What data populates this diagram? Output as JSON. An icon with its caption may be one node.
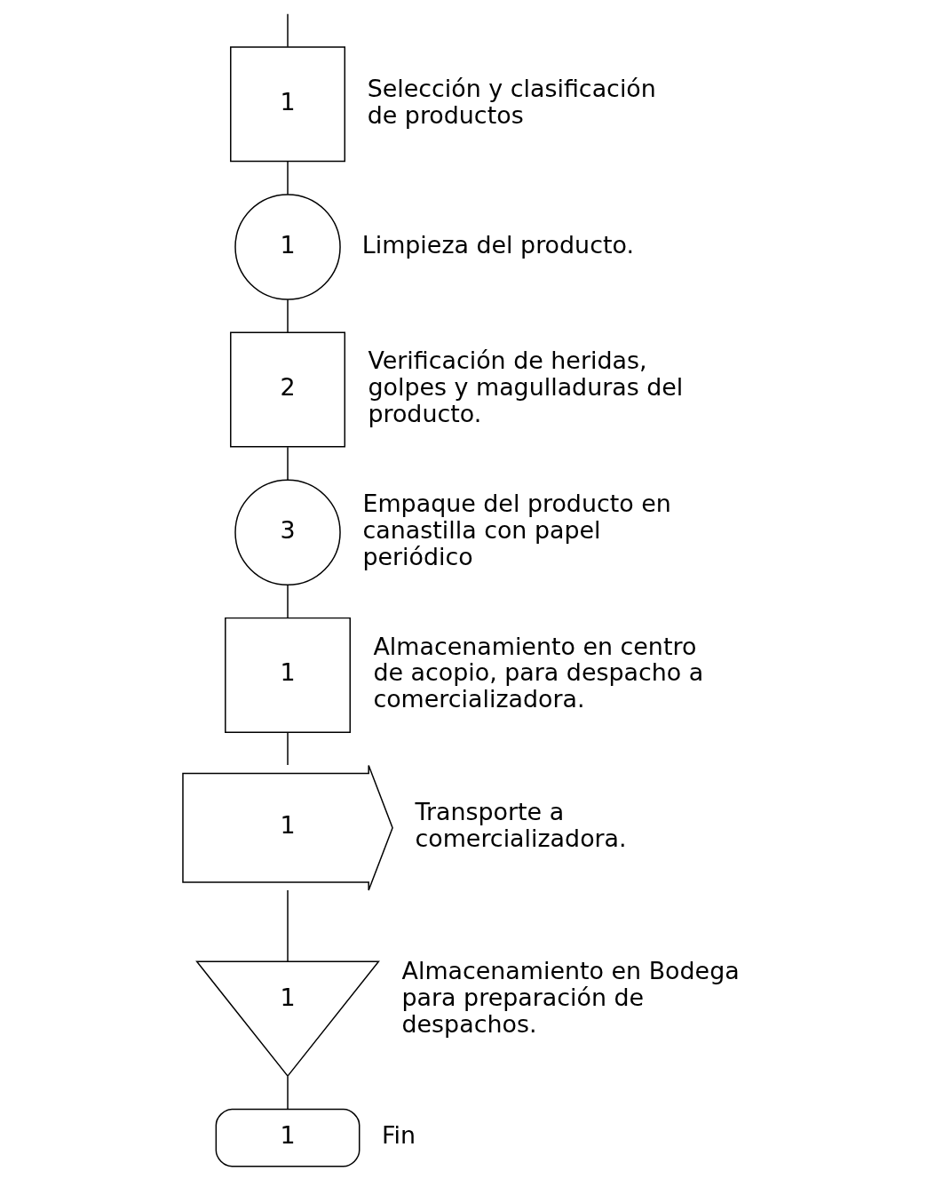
{
  "diagram": {
    "nodes": [
      {
        "text": [
          "1"
        ],
        "beside": [
          "Selección y clasificación de productos"
        ]
      },
      {
        "text": [
          "1"
        ],
        "beside": [
          "Limpieza del producto."
        ]
      },
      {
        "text": [
          "2"
        ],
        "beside": [
          "Verificación de heridas, golpes y magulladuras del producto."
        ]
      },
      {
        "text": [
          "3"
        ],
        "beside": [
          "Empaque del producto en canastilla con papel periódico"
        ]
      },
      {
        "text": [
          "1"
        ],
        "beside": [
          "Almacenamiento en centro de acopio, para despacho a comercializadora."
        ]
      },
      {
        "text": [
          "1"
        ],
        "beside": [
          "Transporte a comercializadora."
        ]
      },
      {
        "text": [
          "1"
        ],
        "beside": [
          "Almacenamiento en Bodega para preparación de despachos."
        ]
      },
      {
        "text": [
          "1"
        ],
        "beside": [
          "Fin"
        ]
      }
    ],
    "edges": [
      {
        "from": null,
        "to": 0,
        "arrow": "none"
      },
      {
        "from": 0,
        "to": 1,
        "arrow": "none"
      },
      {
        "from": 1,
        "to": 2,
        "arrow": "none"
      },
      {
        "from": 2,
        "to": 3,
        "arrow": "none"
      },
      {
        "from": 3,
        "to": 4,
        "arrow": "none"
      },
      {
        "from": 4,
        "to": 5,
        "arrow": "none"
      },
      {
        "from": 5,
        "to": 6,
        "arrow": "none"
      },
      {
        "from": 6,
        "to": 7,
        "arrow": "none"
      }
    ]
  }
}
